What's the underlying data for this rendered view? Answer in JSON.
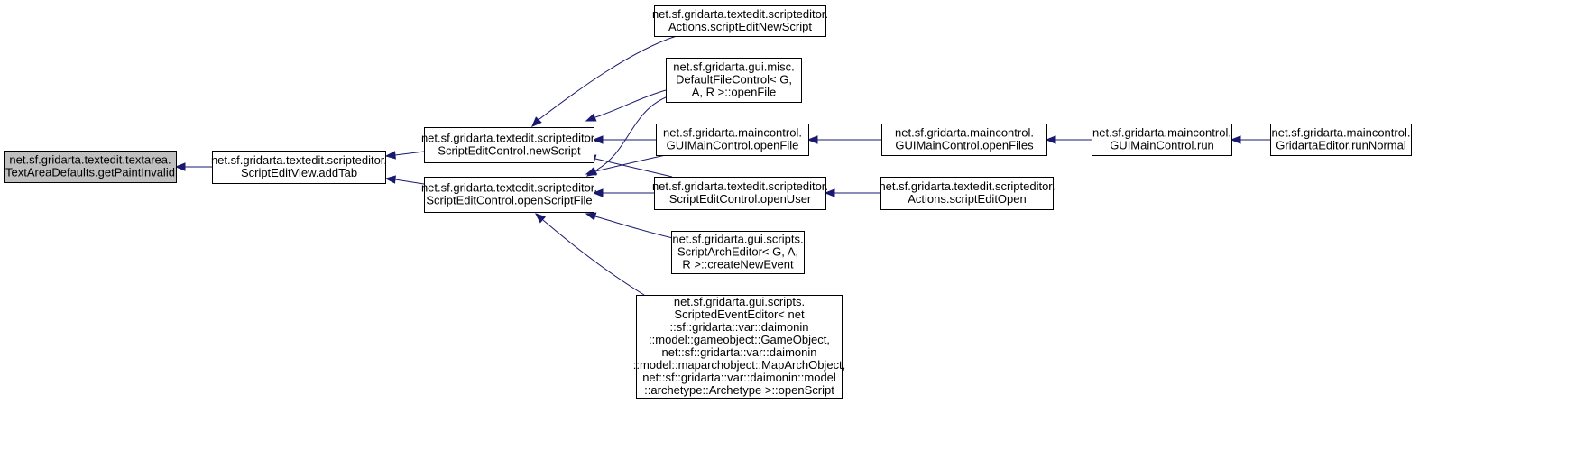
{
  "diagram": {
    "type": "caller-graph",
    "nodes": [
      {
        "id": "n0",
        "lines": [
          "net.sf.gridarta.textedit.textarea.",
          "TextAreaDefaults.getPaintInvalid"
        ],
        "highlighted": true
      },
      {
        "id": "n1",
        "lines": [
          "net.sf.gridarta.textedit.scripteditor.",
          "ScriptEditView.addTab"
        ]
      },
      {
        "id": "n2",
        "lines": [
          "net.sf.gridarta.textedit.scripteditor.",
          "ScriptEditControl.newScript"
        ]
      },
      {
        "id": "n3",
        "lines": [
          "net.sf.gridarta.textedit.scripteditor.",
          "ScriptEditControl.openScriptFile"
        ]
      },
      {
        "id": "n4",
        "lines": [
          "net.sf.gridarta.textedit.scripteditor.",
          "Actions.scriptEditNewScript"
        ]
      },
      {
        "id": "n5",
        "lines": [
          "net.sf.gridarta.gui.misc.",
          "DefaultFileControl< G,",
          "A, R >::openFile"
        ]
      },
      {
        "id": "n6",
        "lines": [
          "net.sf.gridarta.maincontrol.",
          "GUIMainControl.openFile"
        ]
      },
      {
        "id": "n7",
        "lines": [
          "net.sf.gridarta.textedit.scripteditor.",
          "ScriptEditControl.openUser"
        ]
      },
      {
        "id": "n8",
        "lines": [
          "net.sf.gridarta.gui.scripts.",
          "ScriptArchEditor< G, A,",
          "R >::createNewEvent"
        ]
      },
      {
        "id": "n9",
        "lines": [
          "net.sf.gridarta.gui.scripts.",
          "ScriptedEventEditor< net",
          "::sf::gridarta::var::daimonin",
          "::model::gameobject::GameObject,",
          "net::sf::gridarta::var::daimonin",
          "::model::maparchobject::MapArchObject,",
          "net::sf::gridarta::var::daimonin::model",
          "::archetype::Archetype >::openScript"
        ]
      },
      {
        "id": "n10",
        "lines": [
          "net.sf.gridarta.maincontrol.",
          "GUIMainControl.openFiles"
        ]
      },
      {
        "id": "n11",
        "lines": [
          "net.sf.gridarta.textedit.scripteditor.",
          "Actions.scriptEditOpen"
        ]
      },
      {
        "id": "n12",
        "lines": [
          "net.sf.gridarta.maincontrol.",
          "GUIMainControl.run"
        ]
      },
      {
        "id": "n13",
        "lines": [
          "net.sf.gridarta.maincontrol.",
          "GridartaEditor.runNormal"
        ]
      }
    ],
    "edges": [
      {
        "from": "n1",
        "to": "n0"
      },
      {
        "from": "n2",
        "to": "n1"
      },
      {
        "from": "n3",
        "to": "n1"
      },
      {
        "from": "n4",
        "to": "n2"
      },
      {
        "from": "n5",
        "to": "n2"
      },
      {
        "from": "n6",
        "to": "n2"
      },
      {
        "from": "n7",
        "to": "n2"
      },
      {
        "from": "n5",
        "to": "n3"
      },
      {
        "from": "n6",
        "to": "n3"
      },
      {
        "from": "n7",
        "to": "n3"
      },
      {
        "from": "n8",
        "to": "n3"
      },
      {
        "from": "n9",
        "to": "n3"
      },
      {
        "from": "n10",
        "to": "n6"
      },
      {
        "from": "n11",
        "to": "n7"
      },
      {
        "from": "n12",
        "to": "n10"
      },
      {
        "from": "n13",
        "to": "n12"
      }
    ],
    "colors": {
      "edge": "#191970",
      "node_border": "#000000",
      "highlight_fill": "#bfbfbf",
      "node_fill": "#ffffff"
    }
  }
}
